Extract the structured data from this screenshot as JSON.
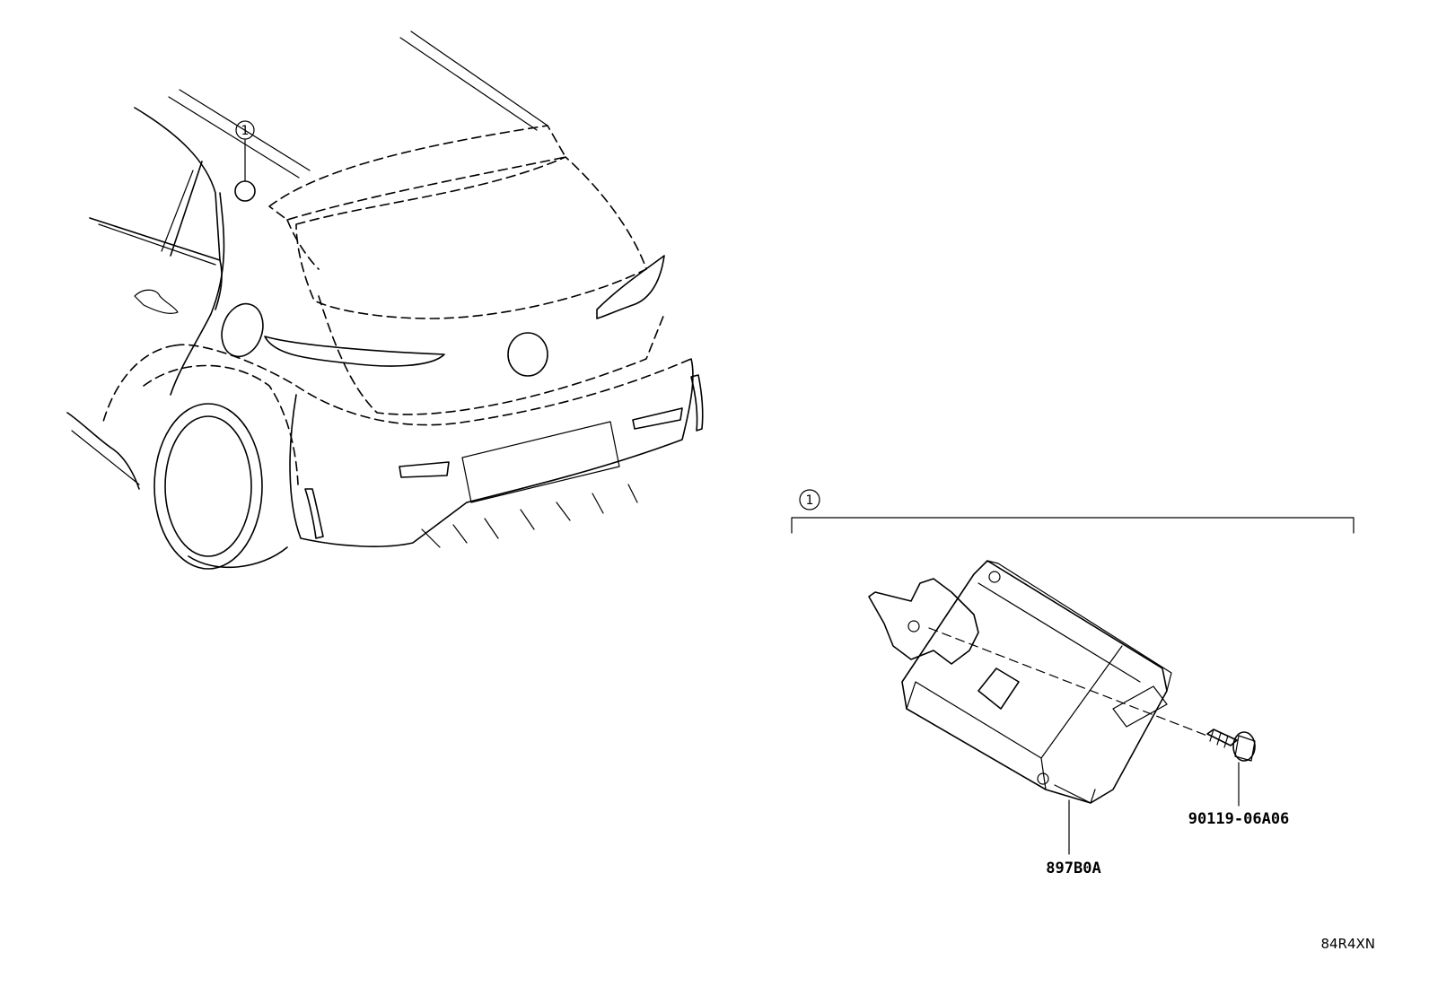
{
  "callouts": {
    "vehicle_ref": "1",
    "assembly_ref": "1"
  },
  "parts": {
    "module_part_no": "897B0A",
    "bolt_part_no": "90119-06A06"
  },
  "illustration_code": "84R4XN"
}
